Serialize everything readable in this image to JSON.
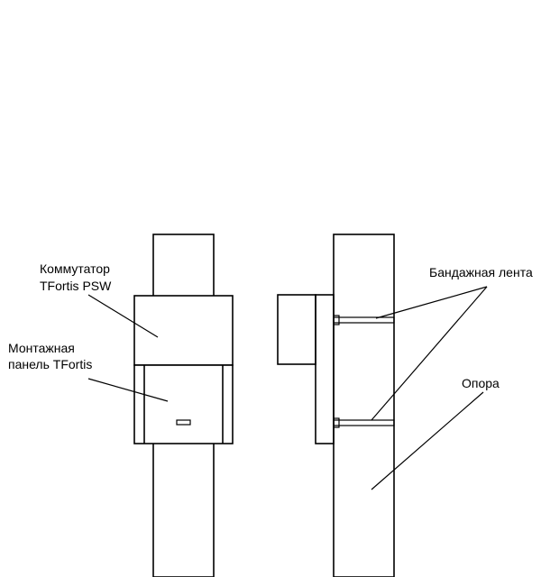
{
  "labels": {
    "switch_line1": "Коммутатор",
    "switch_line2": "TFortis PSW",
    "panel_line1": "Монтажная",
    "panel_line2": "панель TFortis",
    "band": "Бандажная лента",
    "pole": "Опора"
  },
  "colors": {
    "stroke": "#000000",
    "background": "#ffffff"
  }
}
